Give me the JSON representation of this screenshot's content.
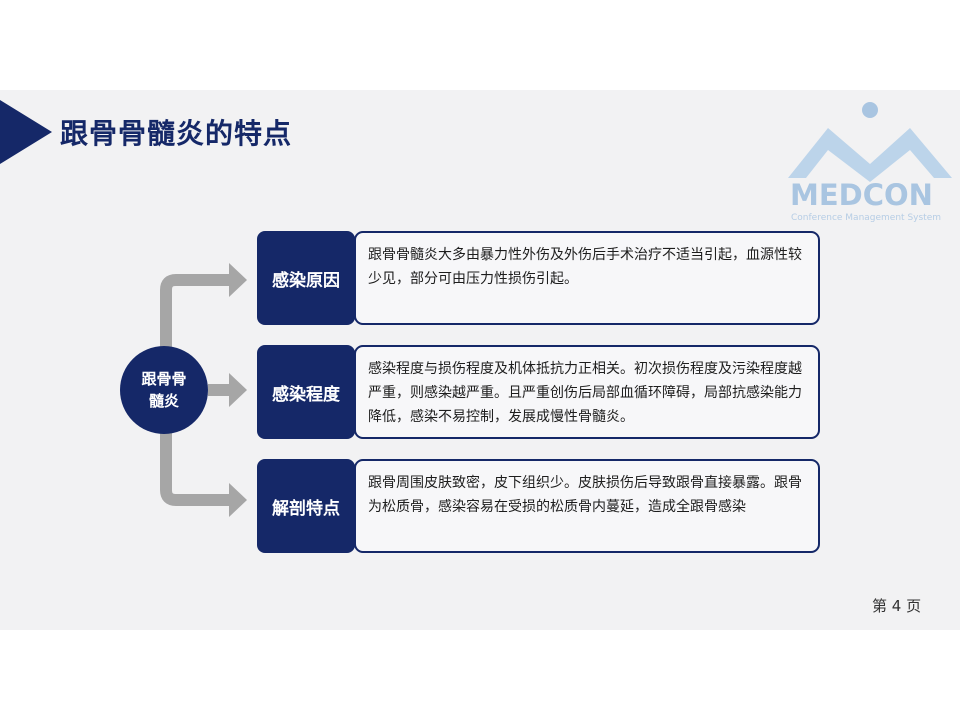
{
  "header": {
    "title": "跟骨骨髓炎的特点"
  },
  "logo": {
    "word": "MEDCON",
    "subtitle": "Conference Management System"
  },
  "diagram": {
    "hub_label": "跟骨骨髓炎",
    "items": [
      {
        "label": "感染原因",
        "text": "跟骨骨髓炎大多由暴力性外伤及外伤后手术治疗不适当引起，血源性较少见，部分可由压力性损伤引起。"
      },
      {
        "label": "感染程度",
        "text": "感染程度与损伤程度及机体抵抗力正相关。初次损伤程度及污染程度越严重，则感染越严重。且严重创伤后局部血循环障碍，局部抗感染能力降低，感染不易控制，发展成慢性骨髓炎。"
      },
      {
        "label": "解剖特点",
        "text": "跟骨周围皮肤致密，皮下组织少。皮肤损伤后导致跟骨直接暴露。跟骨为松质骨，感染容易在受损的松质骨内蔓延，造成全跟骨感染"
      }
    ]
  },
  "footer": {
    "page_label": "第 4 页"
  },
  "colors": {
    "navy": "#152868",
    "connector_gray": "#a6a6a6",
    "slide_background": "#f2f2f3",
    "logo_blue": "#a9c5e1"
  }
}
